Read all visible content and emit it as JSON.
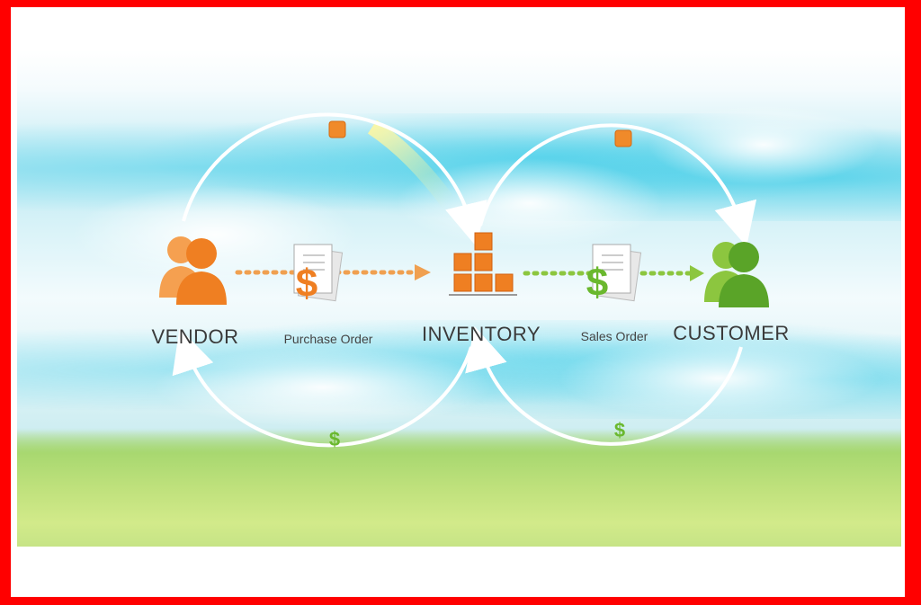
{
  "diagram": {
    "nodes": {
      "vendor": "VENDOR",
      "purchase_order": "Purchase Order",
      "inventory": "INVENTORY",
      "sales_order": "Sales Order",
      "customer": "CUSTOMER"
    },
    "currency_symbol": "$",
    "colors": {
      "vendor_orange": "#f08a2a",
      "customer_green": "#6ab82e",
      "arrow_orange": "#f0a050",
      "arrow_green": "#8cc63f",
      "loop_arrow": "#ffffff",
      "frame_red": "#ff0000"
    },
    "icons": {
      "vendor": "people-icon",
      "purchase_order": "document-dollar-icon",
      "inventory": "stacked-boxes-icon",
      "sales_order": "document-dollar-icon",
      "customer": "people-icon"
    }
  }
}
